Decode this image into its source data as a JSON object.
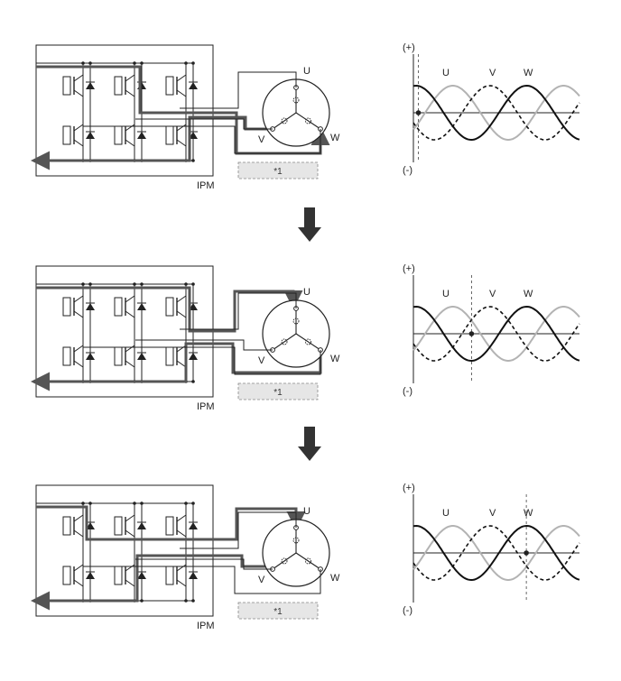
{
  "labels": {
    "phase_u": "U",
    "phase_v": "V",
    "phase_w": "W",
    "module": "IPM",
    "note": "*1",
    "plus": "(+)",
    "minus": "(-)"
  },
  "colors": {
    "line": "#222222",
    "current_path": "#555555",
    "u_wave": "#111111",
    "v_wave": "#b3b3b3",
    "w_wave": "#111111",
    "note_fill": "#e6e6e6",
    "arrow": "#333333"
  },
  "steps": [
    {
      "name": "step-1",
      "marker_phase": 0.03
    },
    {
      "name": "step-2",
      "marker_phase": 0.35
    },
    {
      "name": "step-3",
      "marker_phase": 0.68
    }
  ],
  "waveform": {
    "cycles": 1.5,
    "u_phase_deg": 0,
    "v_phase_deg": -120,
    "w_phase_deg": 120,
    "styles": {
      "u": "solid",
      "v": "solid",
      "w": "dashed"
    }
  }
}
